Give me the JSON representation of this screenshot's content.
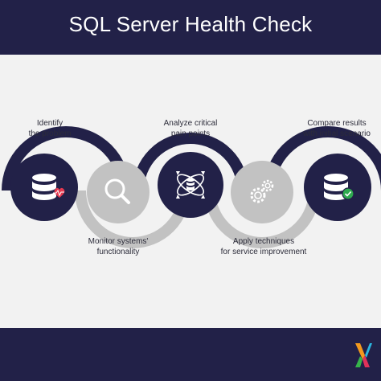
{
  "header": {
    "title": "SQL Server Health Check"
  },
  "steps": [
    {
      "line1": "Identify",
      "line2": "the problem",
      "icon": "database-heartbeat-icon"
    },
    {
      "line1": "Monitor systems'",
      "line2": "functionality",
      "icon": "magnifier-icon"
    },
    {
      "line1": "Analyze critical",
      "line2": "pain points",
      "icon": "database-atom-icon"
    },
    {
      "line1": "Apply techniques",
      "line2": "for service improvement",
      "icon": "gear-icon"
    },
    {
      "line1": "Compare results",
      "line2": "with initial scenario",
      "icon": "database-check-icon"
    }
  ],
  "colors": {
    "navy": "#222148",
    "gray": "#c2c2c2",
    "page_background": "#f2f2f2",
    "heart_red": "#e53950",
    "check_green": "#2eaa4f"
  },
  "footer": {
    "logo": "brand-logo-icon"
  }
}
